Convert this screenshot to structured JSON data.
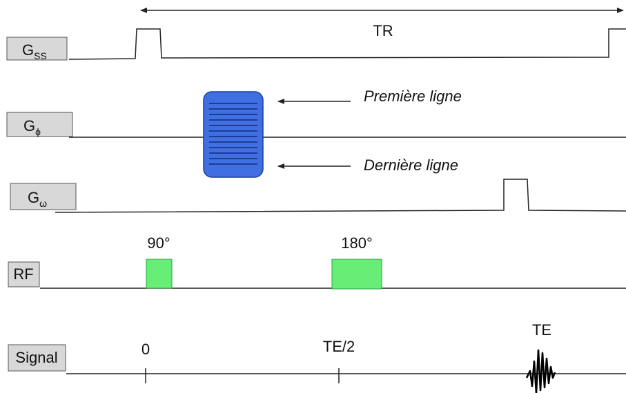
{
  "rows": {
    "gss": {
      "main": "G",
      "sub": "SS"
    },
    "gphi": {
      "main": "G",
      "sub": "ϕ"
    },
    "gomega": {
      "main": "G",
      "sub": "ω"
    },
    "rf": {
      "label": "RF"
    },
    "signal": {
      "label": "Signal"
    }
  },
  "annotations": {
    "tr": "TR",
    "first_line": "Première ligne",
    "last_line": "Dernière ligne",
    "pulse_90": "90°",
    "pulse_180": "180°",
    "tick_0": "0",
    "tick_te2": "TE/2",
    "te": "TE"
  },
  "colors": {
    "phase_block": "#3f6fe0",
    "rf_pulse": "#66ee77",
    "label_box": "#d8d8d8",
    "line": "#222222"
  }
}
